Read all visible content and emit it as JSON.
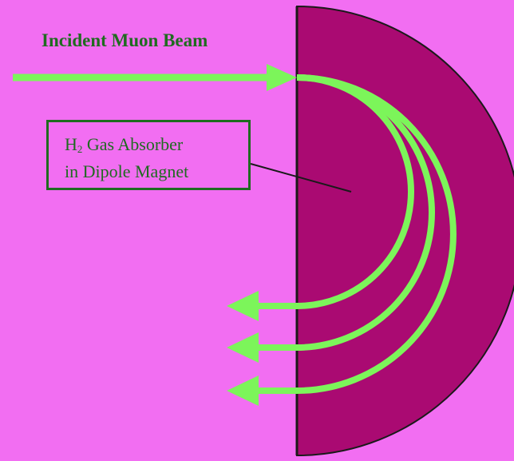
{
  "diagram": {
    "beam_label": "Incident Muon Beam",
    "absorber": {
      "line1_prefix": "H",
      "line1_subscript": "2",
      "line1_suffix": " Gas Absorber",
      "line2": "in Dipole Magnet"
    },
    "colors": {
      "background": "#f26ef2",
      "magnet": "#aa0a72",
      "beam": "#7cf55a",
      "label_text": "#1f6b20",
      "edge": "#1a1a1a"
    }
  }
}
